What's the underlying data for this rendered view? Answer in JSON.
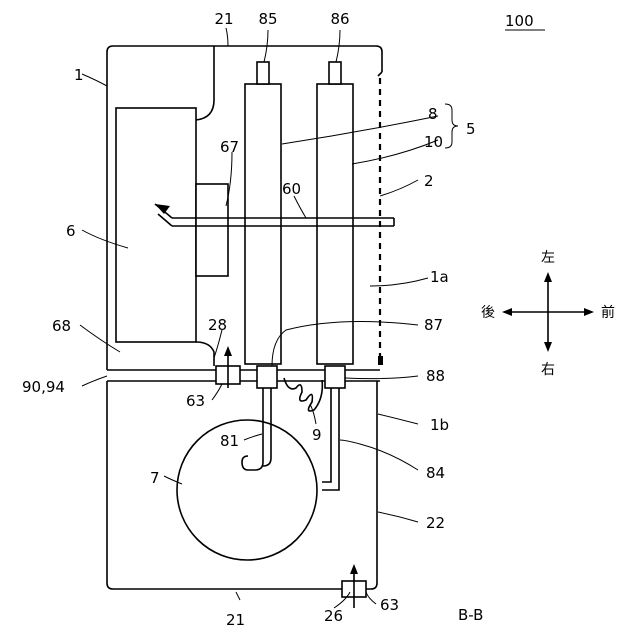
{
  "figure_number": "100",
  "section_label": "B-B",
  "directions": {
    "left": "左",
    "right": "右",
    "rear": "後",
    "front": "前"
  },
  "labels": {
    "l1": "1",
    "l1a": "1a",
    "l1b": "1b",
    "l2": "2",
    "l5": "5",
    "l6": "6",
    "l7": "7",
    "l8": "8",
    "l9": "9",
    "l10": "10",
    "l21_top": "21",
    "l21_bottom": "21",
    "l22": "22",
    "l26": "26",
    "l28": "28",
    "l60": "60",
    "l63_a": "63",
    "l63_b": "63",
    "l67": "67",
    "l68": "68",
    "l81": "81",
    "l84": "84",
    "l85": "85",
    "l86": "86",
    "l87": "87",
    "l88": "88",
    "l9094": "90,94"
  }
}
